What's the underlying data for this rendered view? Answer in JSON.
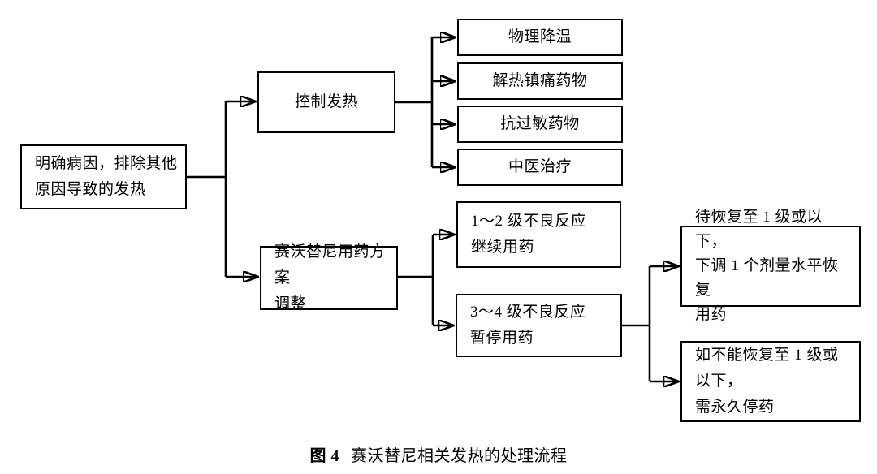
{
  "figure": {
    "caption": {
      "label": "图 4",
      "title": "赛沃替尼相关发热的处理流程"
    },
    "nodes": {
      "root": {
        "lines": [
          "明确病因，排除其他",
          "原因导致的发热"
        ]
      },
      "control_fever": {
        "label": "控制发热"
      },
      "physical_cooling": {
        "label": "物理降温"
      },
      "antipyretic_analgesic": {
        "label": "解热镇痛药物"
      },
      "antiallergic": {
        "label": "抗过敏药物"
      },
      "tcm_treatment": {
        "label": "中医治疗"
      },
      "savolitinib_adjustment": {
        "lines": [
          "赛沃替尼用药方案",
          "调整"
        ]
      },
      "grade_1_2": {
        "lines": [
          "1～2 级不良反应",
          "继续用药"
        ]
      },
      "grade_3_4": {
        "lines": [
          "3～4 级不良反应",
          "暂停用药"
        ]
      },
      "resume_lower_dose": {
        "lines": [
          "待恢复至 1 级或以下，",
          "下调 1 个剂量水平恢复",
          "用药"
        ]
      },
      "permanent_discontinue": {
        "lines": [
          "如不能恢复至 1 级或以下，",
          "需永久停药"
        ]
      }
    },
    "edges": [
      {
        "from": "root",
        "to": "control_fever"
      },
      {
        "from": "root",
        "to": "savolitinib_adjustment"
      },
      {
        "from": "control_fever",
        "to": "physical_cooling"
      },
      {
        "from": "control_fever",
        "to": "antipyretic_analgesic"
      },
      {
        "from": "control_fever",
        "to": "antiallergic"
      },
      {
        "from": "control_fever",
        "to": "tcm_treatment"
      },
      {
        "from": "savolitinib_adjustment",
        "to": "grade_1_2"
      },
      {
        "from": "savolitinib_adjustment",
        "to": "grade_3_4"
      },
      {
        "from": "grade_3_4",
        "to": "resume_lower_dose"
      },
      {
        "from": "grade_3_4",
        "to": "permanent_discontinue"
      }
    ],
    "colors": {
      "line": "#000000",
      "box_background": "#ffffff",
      "text": "#000000"
    }
  }
}
